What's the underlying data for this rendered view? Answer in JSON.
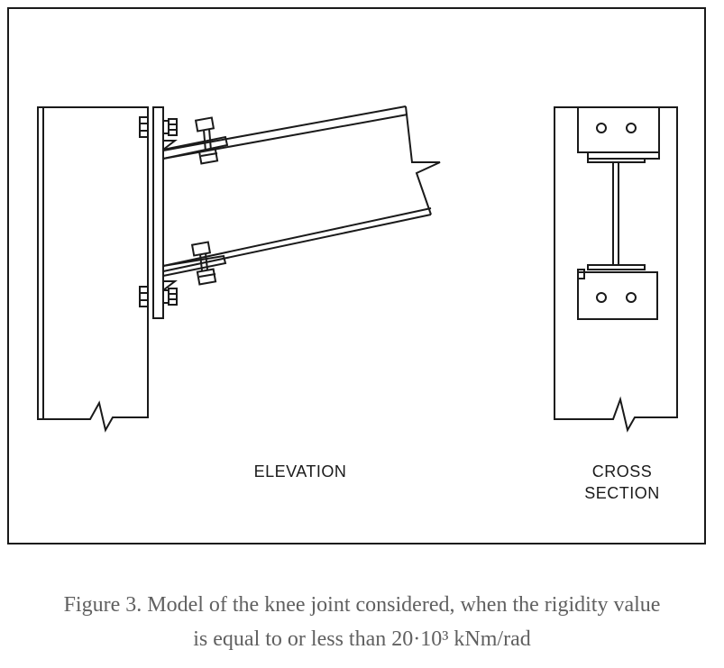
{
  "figure": {
    "labels": {
      "elevation": "ELEVATION",
      "cross_section_line1": "CROSS",
      "cross_section_line2": "SECTION"
    },
    "caption": {
      "line1": "Figure 3. Model of the knee joint considered, when the rigidity value",
      "line2": "is equal to or less than 20·10³ kNm/rad"
    }
  }
}
